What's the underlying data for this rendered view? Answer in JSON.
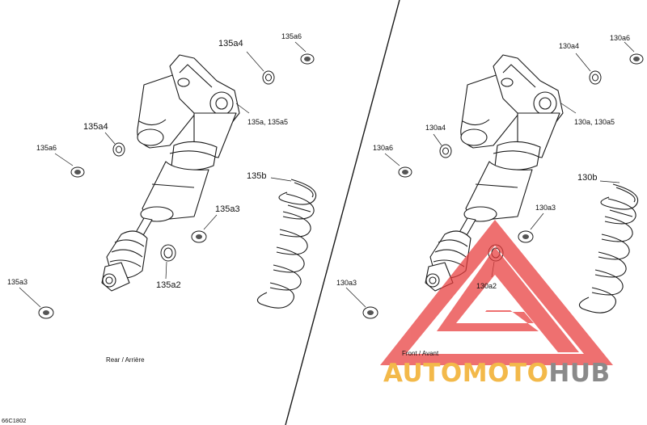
{
  "diagram": {
    "code": "66C1802",
    "panels": [
      {
        "caption": "Rear / Arrière"
      },
      {
        "caption": "Front / Avant"
      }
    ],
    "rear_labels": {
      "p135a4_top": "135a4",
      "p135a6_top": "135a6",
      "p135a_135a5": "135a, 135a5",
      "p135a4_mid": "135a4",
      "p135a6_left": "135a6",
      "p135b": "135b",
      "p135a3_right": "135a3",
      "p135a2": "135a2",
      "p135a3_left": "135a3"
    },
    "front_labels": {
      "p130a4_top": "130a4",
      "p130a6_top": "130a6",
      "p130a_130a5": "130a, 130a5",
      "p130a4_mid": "130a4",
      "p130a6_left": "130a6",
      "p130b": "130b",
      "p130a3_right": "130a3",
      "p130a2": "130a2",
      "p130a3_left": "130a3"
    }
  },
  "watermark": {
    "part1": "AUTO",
    "part2": "MOTO",
    "part3": "HUB",
    "colors": {
      "accent": "#f3b94a",
      "gray": "#8a8a8a",
      "logo_red": "#e83a3a"
    }
  }
}
